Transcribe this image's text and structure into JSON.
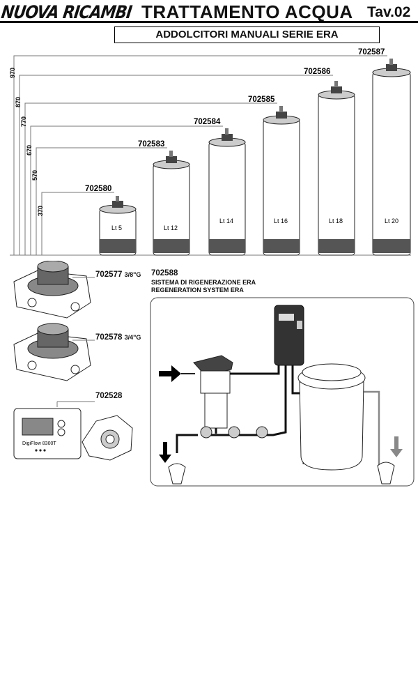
{
  "header": {
    "brand": "NUOVA RICAMBI",
    "title": "TRATTAMENTO ACQUA",
    "table_no": "Tav.02",
    "subtitle": "ADDOLCITORI MANUALI SERIE ERA"
  },
  "softeners": [
    {
      "code": "702580",
      "label": "Lt 5",
      "height": "370"
    },
    {
      "code": "702583",
      "label": "Lt 12",
      "height": "570"
    },
    {
      "code": "702584",
      "label": "Lt 14",
      "height": "670"
    },
    {
      "code": "702585",
      "label": "Lt 16",
      "height": "770"
    },
    {
      "code": "702586",
      "label": "Lt 18",
      "height": "870"
    },
    {
      "code": "702587",
      "label": "Lt 20",
      "height": "970"
    }
  ],
  "valves": [
    {
      "code": "702577",
      "thread": "3/8\"G"
    },
    {
      "code": "702578",
      "thread": "3/4\"G"
    }
  ],
  "meter": {
    "code": "702528",
    "display_label": "DigiFlow 8300T"
  },
  "regeneration": {
    "code": "702588",
    "title_it": "SISTEMA DI RIGENERAZIONE ERA",
    "title_en": "REGENERATION SYSTEM ERA"
  }
}
